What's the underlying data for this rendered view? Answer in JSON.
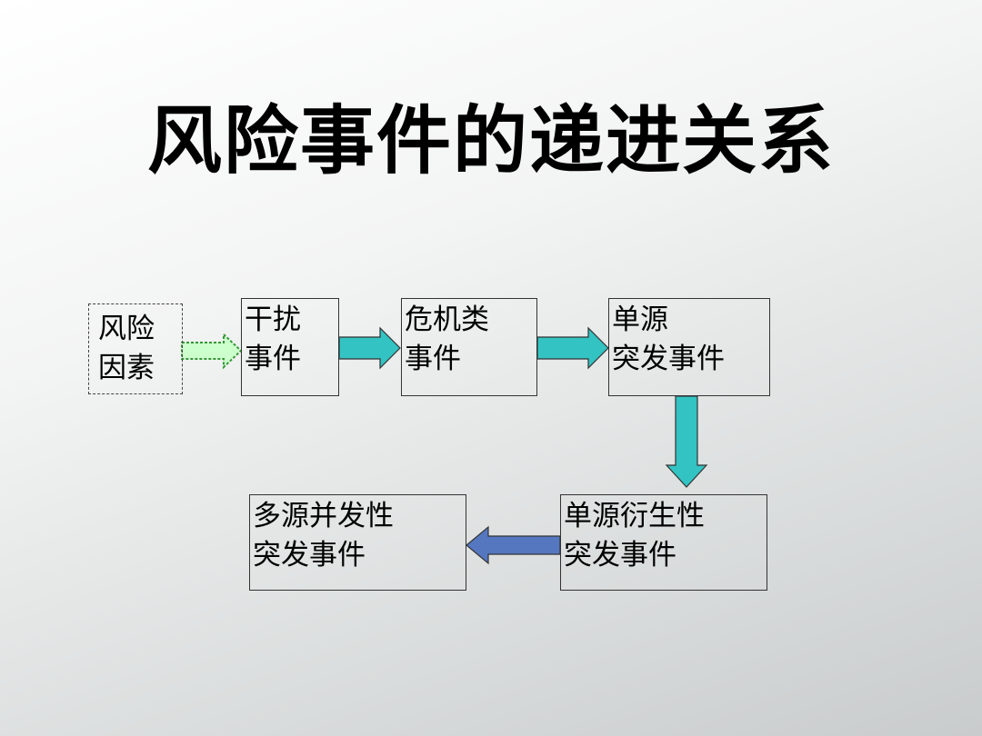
{
  "title": "风险事件的递进关系",
  "nodes": {
    "risk_factors": {
      "line1": "风险",
      "line2": "因素"
    },
    "interference": {
      "line1": "干扰",
      "line2": "事件"
    },
    "crisis": {
      "line1": "危机类",
      "line2": "事件"
    },
    "single_source": {
      "line1": "单源",
      "line2": "突发事件"
    },
    "single_derived": {
      "line1": "单源衍生性",
      "line2": "突发事件"
    },
    "multi_source": {
      "line1": "多源并发性",
      "line2": "突发事件"
    }
  },
  "colors": {
    "arrow_teal": "#33c3c3",
    "arrow_blue": "#5577c0",
    "arrow_dotted_fill": "#ccffcc"
  }
}
